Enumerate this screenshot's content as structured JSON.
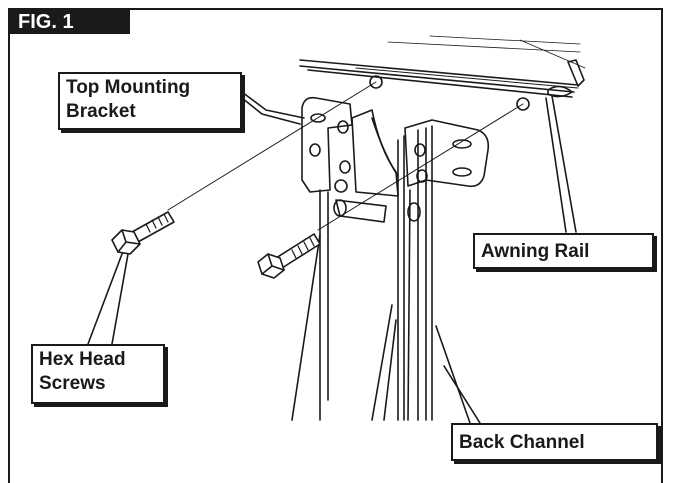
{
  "figure": {
    "label": "FIG. 1"
  },
  "callouts": {
    "top_mounting_bracket": {
      "line1": "Top Mounting",
      "line2": "Bracket"
    },
    "awning_rail": "Awning Rail",
    "hex_head_screws": {
      "line1": "Hex Head",
      "line2": "Screws"
    },
    "back_channel": "Back Channel"
  },
  "colors": {
    "ink": "#1a1a1a",
    "background": "#ffffff"
  }
}
